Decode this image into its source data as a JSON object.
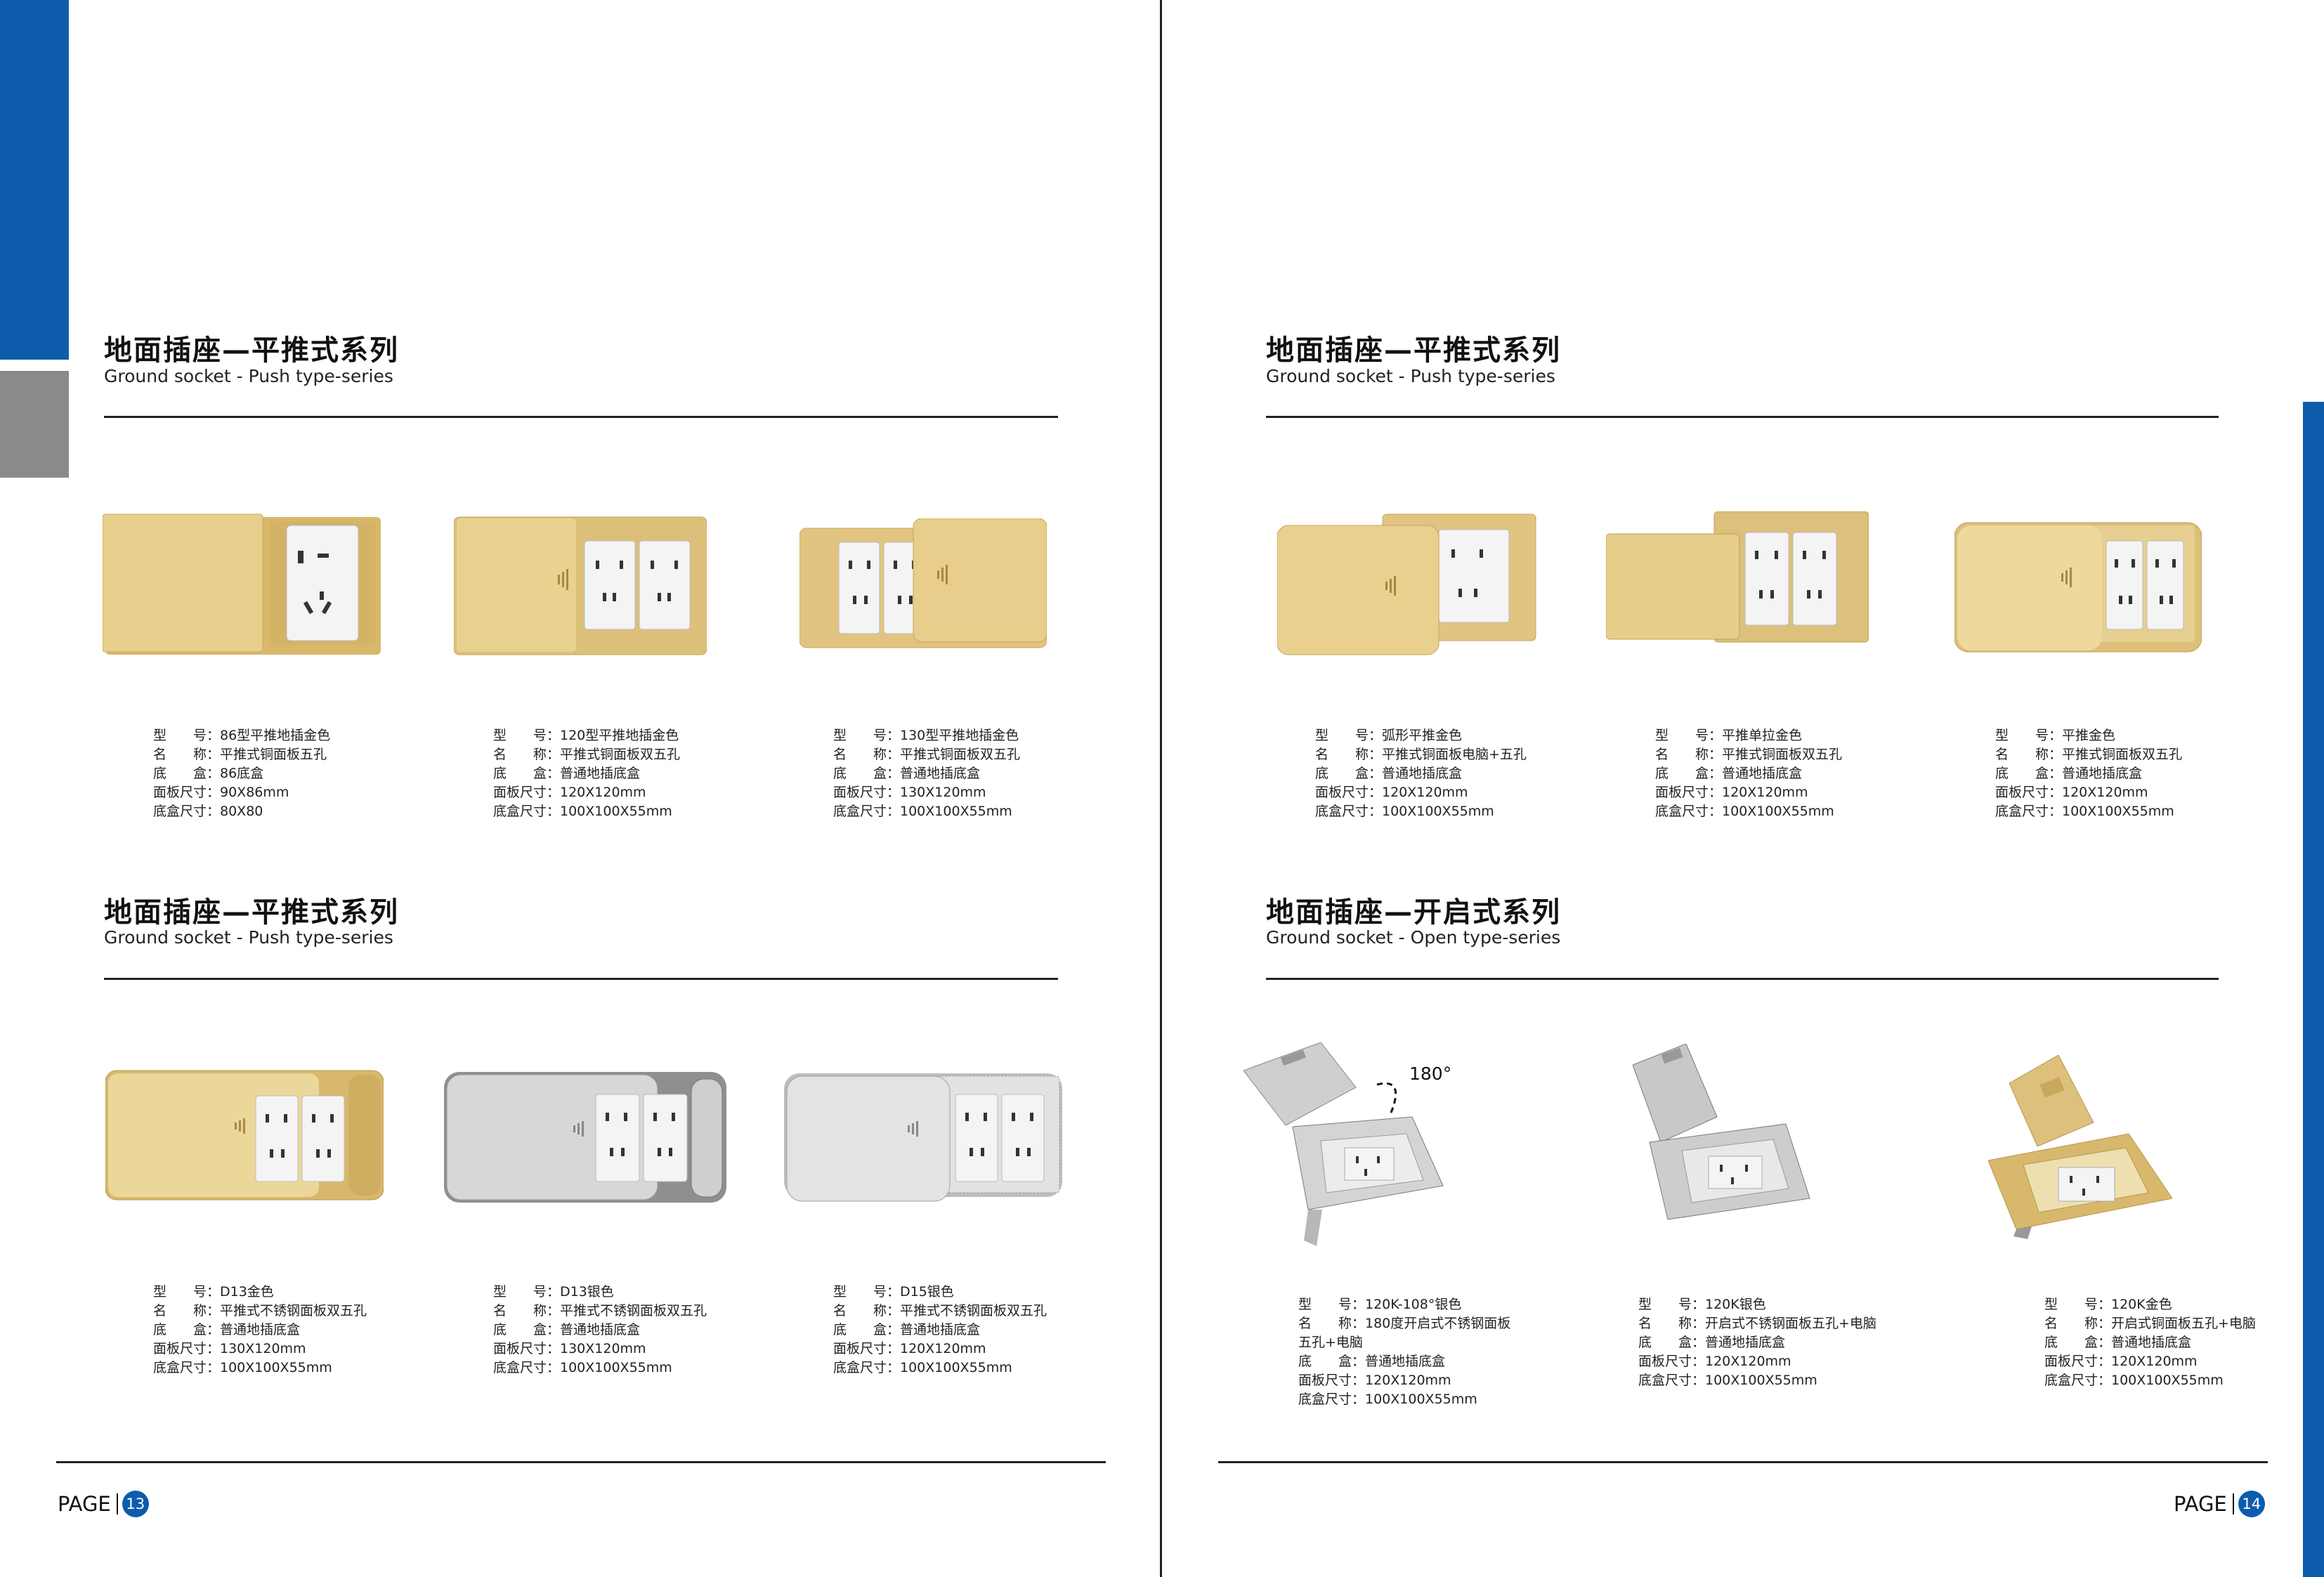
{
  "pages": {
    "left": {
      "sections": [
        {
          "title": "地面插座—平推式系列",
          "subtitle": "Ground socket - Push type-series"
        },
        {
          "title": "地面插座—平推式系列",
          "subtitle": "Ground socket - Push type-series"
        }
      ],
      "products": [
        {
          "lines": [
            "型　　号：86型平推地插金色",
            "名　　称：平推式铜面板五孔",
            "底　　盒：86底盒",
            "面板尺寸：90X86mm",
            "底盒尺寸：80X80"
          ]
        },
        {
          "lines": [
            "型　　号：120型平推地插金色",
            "名　　称：平推式铜面板双五孔",
            "底　　盒：普通地插底盒",
            "面板尺寸：120X120mm",
            "底盒尺寸：100X100X55mm"
          ]
        },
        {
          "lines": [
            "型　　号：130型平推地插金色",
            "名　　称：平推式铜面板双五孔",
            "底　　盒：普通地插底盒",
            "面板尺寸：130X120mm",
            "底盒尺寸：100X100X55mm"
          ]
        },
        {
          "lines": [
            "型　　号：D13金色",
            "名　　称：平推式不锈钢面板双五孔",
            "底　　盒：普通地插底盒",
            "面板尺寸：130X120mm",
            "底盒尺寸：100X100X55mm"
          ]
        },
        {
          "lines": [
            "型　　号：D13银色",
            "名　　称：平推式不锈钢面板双五孔",
            "底　　盒：普通地插底盒",
            "面板尺寸：130X120mm",
            "底盒尺寸：100X100X55mm"
          ]
        },
        {
          "lines": [
            "型　　号：D15银色",
            "名　　称：平推式不锈钢面板双五孔",
            "底　　盒：普通地插底盒",
            "面板尺寸：120X120mm",
            "底盒尺寸：100X100X55mm"
          ]
        }
      ],
      "footer": {
        "label": "PAGE",
        "number": "13"
      }
    },
    "right": {
      "sections": [
        {
          "title": "地面插座—平推式系列",
          "subtitle": "Ground socket - Push type-series"
        },
        {
          "title": "地面插座—开启式系列",
          "subtitle": "Ground socket - Open type-series"
        }
      ],
      "products": [
        {
          "lines": [
            "型　　号：弧形平推金色",
            "名　　称：平推式铜面板电脑+五孔",
            "底　　盒：普通地插底盒",
            "面板尺寸：120X120mm",
            "底盒尺寸：100X100X55mm"
          ]
        },
        {
          "lines": [
            "型　　号：平推单拉金色",
            "名　　称：平推式铜面板双五孔",
            "底　　盒：普通地插底盒",
            "面板尺寸：120X120mm",
            "底盒尺寸：100X100X55mm"
          ]
        },
        {
          "lines": [
            "型　　号：平推金色",
            "名　　称：平推式铜面板双五孔",
            "底　　盒：普通地插底盒",
            "面板尺寸：120X120mm",
            "底盒尺寸：100X100X55mm"
          ]
        },
        {
          "lines": [
            "型　　号：120K-108°银色",
            "名　　称：180度开启式不锈钢面板",
            "五孔+电脑",
            "底　　盒：普通地插底盒",
            "面板尺寸：120X120mm",
            "底盒尺寸：100X100X55mm"
          ]
        },
        {
          "lines": [
            "型　　号：120K银色",
            "名　　称：开启式不锈钢面板五孔+电脑",
            "底　　盒：普通地插底盒",
            "面板尺寸：120X120mm",
            "底盒尺寸：100X100X55mm"
          ]
        },
        {
          "lines": [
            "型　　号：120K金色",
            "名　　称：开启式铜面板五孔+电脑",
            "底　　盒：普通地插底盒",
            "面板尺寸：120X120mm",
            "底盒尺寸：100X100X55mm"
          ]
        }
      ],
      "angle_label": "180°",
      "footer": {
        "label": "PAGE",
        "number": "14"
      }
    }
  },
  "colors": {
    "brand_blue": "#0d5cab",
    "gold": "#e3c57d",
    "silver": "#c9c9c9"
  }
}
